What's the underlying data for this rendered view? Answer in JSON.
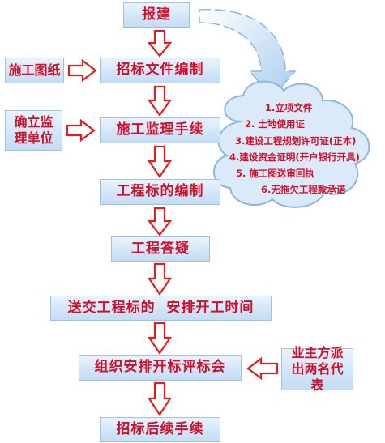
{
  "steps": [
    "报建",
    "招标文件编制",
    "施工监理手续",
    "工程标的编制",
    "工程答疑",
    "送交工程标的  安排开工时间",
    "组织安排开标评标会",
    "招标后续手续"
  ],
  "inputs": {
    "drawings": "施工图纸",
    "supervisor": "确立监理单位",
    "owner_reps": "业主方派出两名代表"
  },
  "cloud_items": [
    "1.立项文件",
    "2. 土地使用证",
    "3.建设工程规划许可证(正本)",
    "4.建设资金证明(开户银行开具)",
    "5. 施工图送审回执",
    "6.无拖欠工程款承诺"
  ],
  "colors": {
    "text": "#d0102b",
    "box_fill": "#cfe3f7",
    "box_border": "#9fc1e4",
    "arrow_stroke": "#e0201e",
    "cloud_fill": "#dbeaf8",
    "cloud_border": "#8fb6de"
  }
}
